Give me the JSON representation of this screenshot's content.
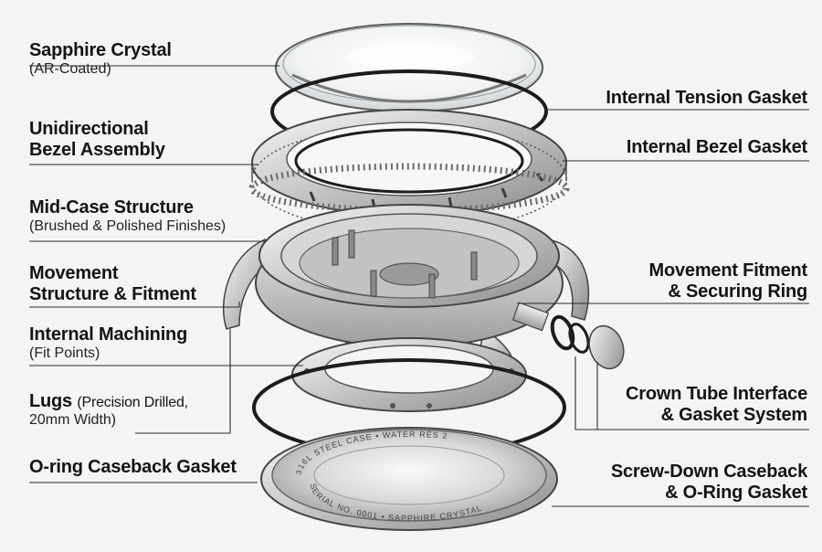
{
  "labels_left": [
    {
      "id": "sapphire-crystal",
      "title": "Sapphire Crystal",
      "sub": "(AR-Coated)"
    },
    {
      "id": "bezel-assembly",
      "title_lines": [
        "Unidirectional",
        "Bezel Assembly"
      ]
    },
    {
      "id": "mid-case",
      "title": "Mid-Case Structure",
      "sub": "(Brushed & Polished Finishes)"
    },
    {
      "id": "movement-structure",
      "title_lines": [
        "Movement",
        "Structure & Fitment"
      ]
    },
    {
      "id": "internal-machining",
      "title": "Internal Machining",
      "sub": "(Fit Points)"
    },
    {
      "id": "lugs",
      "title": "Lugs",
      "title_inline_sub": "(Precision Drilled,",
      "sub": "20mm Width)"
    },
    {
      "id": "oring-gasket",
      "title": "O-ring Caseback Gasket"
    }
  ],
  "labels_right": [
    {
      "id": "tension-gasket",
      "title": "Internal Tension Gasket"
    },
    {
      "id": "bezel-gasket",
      "title": "Internal Bezel Gasket"
    },
    {
      "id": "securing-ring",
      "title_lines": [
        "Movement Fitment",
        "& Securing Ring"
      ]
    },
    {
      "id": "crown-tube",
      "title_lines": [
        "Crown Tube Interface",
        "& Gasket System"
      ]
    },
    {
      "id": "caseback",
      "title_lines": [
        "Screw-Down Caseback",
        "& O-Ring Gasket"
      ]
    }
  ],
  "caseback_engraving": {
    "top_text": "316L STEEL CASE • WATER RES 2",
    "bottom_text": "SERIAL NO. 0001 • SAPPHIRE CRYSTAL"
  },
  "colors": {
    "background": "#f4f4f2",
    "steel_light": "#e9e9e9",
    "steel_mid": "#bdbdbd",
    "steel_dark": "#7a7a7a",
    "ink": "#141414"
  }
}
